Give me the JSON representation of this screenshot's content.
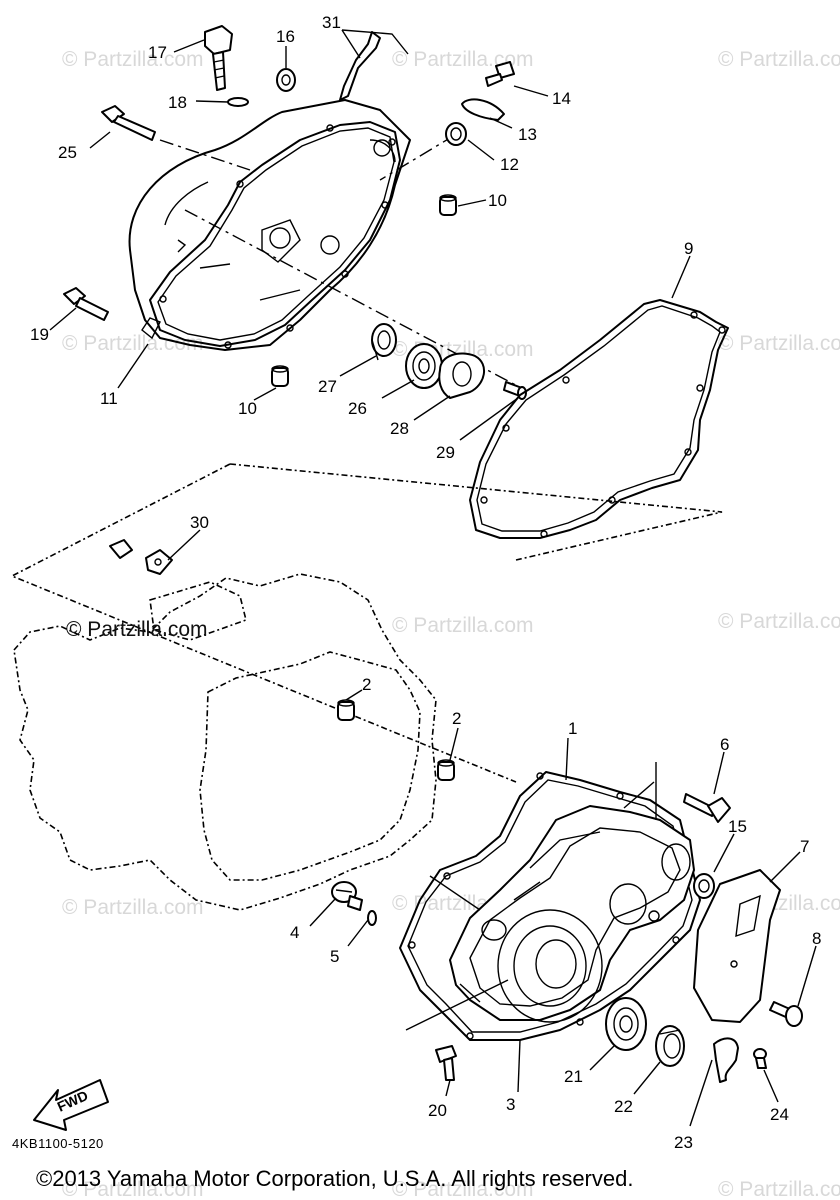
{
  "watermarks": {
    "main": "© Partzilla.com",
    "faint": "© Partzilla.com"
  },
  "callouts": {
    "c1": "1",
    "c2a": "2",
    "c2b": "2",
    "c3": "3",
    "c4": "4",
    "c5": "5",
    "c6": "6",
    "c7": "7",
    "c8": "8",
    "c9": "9",
    "c10a": "10",
    "c10b": "10",
    "c11": "11",
    "c12": "12",
    "c13": "13",
    "c14": "14",
    "c15": "15",
    "c16": "16",
    "c17": "17",
    "c18": "18",
    "c19": "19",
    "c20": "20",
    "c21": "21",
    "c22": "22",
    "c23": "23",
    "c24": "24",
    "c25": "25",
    "c26": "26",
    "c27": "27",
    "c28": "28",
    "c29": "29",
    "c30": "30",
    "c31": "31"
  },
  "fwd_label": "FWD",
  "diagram_code": "4KB1100-5120",
  "copyright": "©2013 Yamaha Motor Corporation, U.S.A. All rights reserved."
}
